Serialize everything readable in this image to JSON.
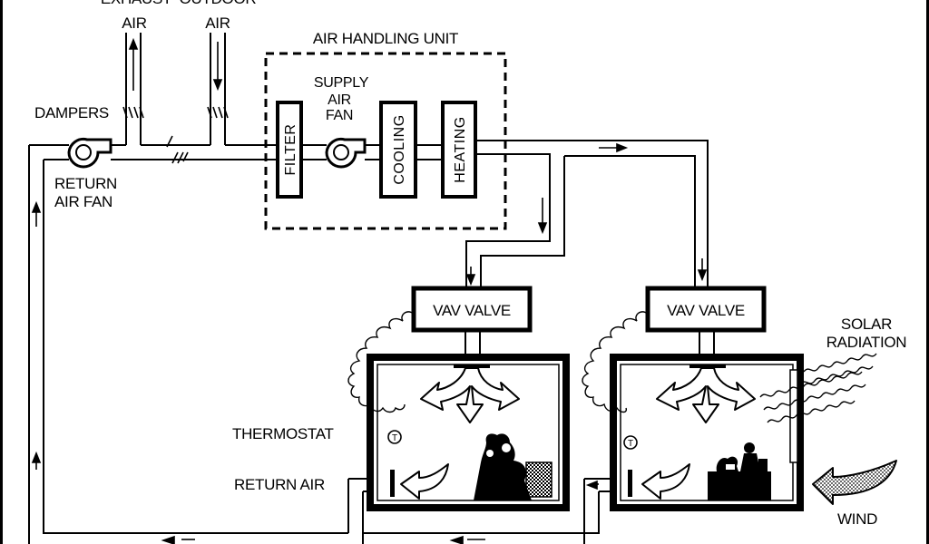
{
  "labels": {
    "exhaust_line1": "EXHAUST",
    "exhaust_line2": "AIR",
    "outdoor_line1": "OUTDOOR",
    "outdoor_line2": "AIR",
    "ahu": "AIR HANDLING UNIT",
    "dampers": "DAMPERS",
    "supply_fan_line1": "SUPPLY",
    "supply_fan_line2": "AIR",
    "supply_fan_line3": "FAN",
    "filter": "FILTER",
    "cooling": "COOLING",
    "heating": "HEATING",
    "return_fan_line1": "RETURN",
    "return_fan_line2": "AIR FAN",
    "vav_left": "VAV VALVE",
    "vav_right": "VAV VALVE",
    "thermostat": "THERMOSTAT",
    "thermostat_symbol": "T",
    "return_air": "RETURN AIR",
    "solar_line1": "SOLAR",
    "solar_line2": "RADIATION",
    "wind": "WIND"
  },
  "colors": {
    "line": "#000000",
    "background": "#ffffff"
  }
}
